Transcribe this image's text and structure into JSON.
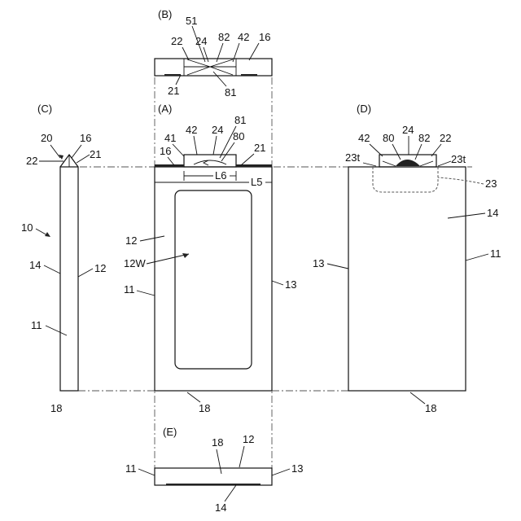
{
  "views": {
    "A": "(A)",
    "B": "(B)",
    "C": "(C)",
    "D": "(D)",
    "E": "(E)"
  },
  "labels": {
    "b51": "51",
    "b22": "22",
    "b24": "24",
    "b82": "82",
    "b42": "42",
    "b16": "16",
    "b21": "21",
    "b81": "81",
    "a41": "41",
    "a42": "42",
    "a24": "24",
    "a81": "81",
    "a80": "80",
    "a16": "16",
    "a21": "21",
    "a12": "12",
    "a12w": "12W",
    "a11": "11",
    "a13": "13",
    "a18": "18",
    "L6": "L6",
    "L5": "L5",
    "c20": "20",
    "c16": "16",
    "c22": "22",
    "c21": "21",
    "c10": "10",
    "c14": "14",
    "c12": "12",
    "c11": "11",
    "c18": "18",
    "d42": "42",
    "d80": "80",
    "d24": "24",
    "d82": "82",
    "d22": "22",
    "d23t_left": "23t",
    "d23t_right": "23t",
    "d23": "23",
    "d14": "14",
    "d13": "13",
    "d11": "11",
    "d18": "18",
    "e18": "18",
    "e12": "12",
    "e11": "11",
    "e13": "13",
    "e14": "14"
  }
}
